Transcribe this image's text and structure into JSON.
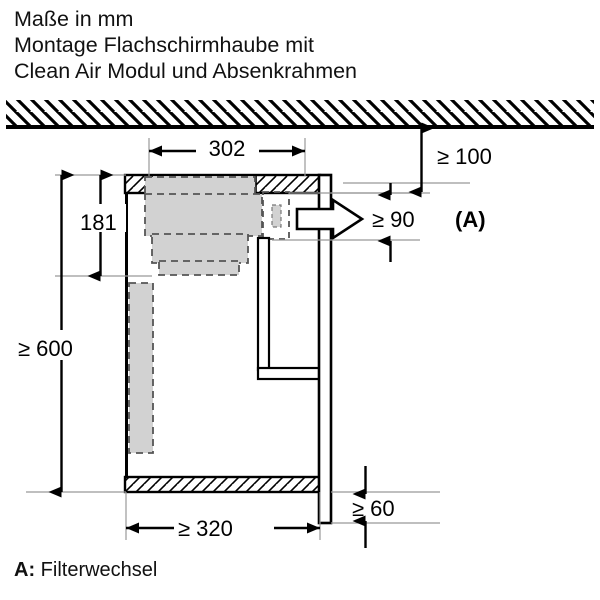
{
  "heading": {
    "line1": "Maße in mm",
    "line2": "Montage Flachschirmhaube mit",
    "line3": "Clean Air Modul und Absenkrahmen",
    "full": "Maße in mm\nMontage Flachschirmhaube mit\nClean Air Modul und Absenkrahmen"
  },
  "footnote": {
    "key": "A:",
    "text": "Filterwechsel"
  },
  "dimensions": {
    "width_cabinet": "302",
    "clearance_top": "≥ 100",
    "clearance_front": "≥ 90",
    "callout_a": "(A)",
    "height_appliance": "181",
    "height_total": "≥ 600",
    "depth_cabinet": "≥ 320",
    "clearance_bottom": "≥ 60"
  },
  "colors": {
    "line": "#000000",
    "appliance_fill": "#d2d2d2",
    "appliance_stroke": "#555555",
    "thin_line": "#8c8c8c"
  },
  "icons": {
    "filter_arrow": "right-block-arrow-icon",
    "ceiling": "ceiling-hatch-icon"
  }
}
